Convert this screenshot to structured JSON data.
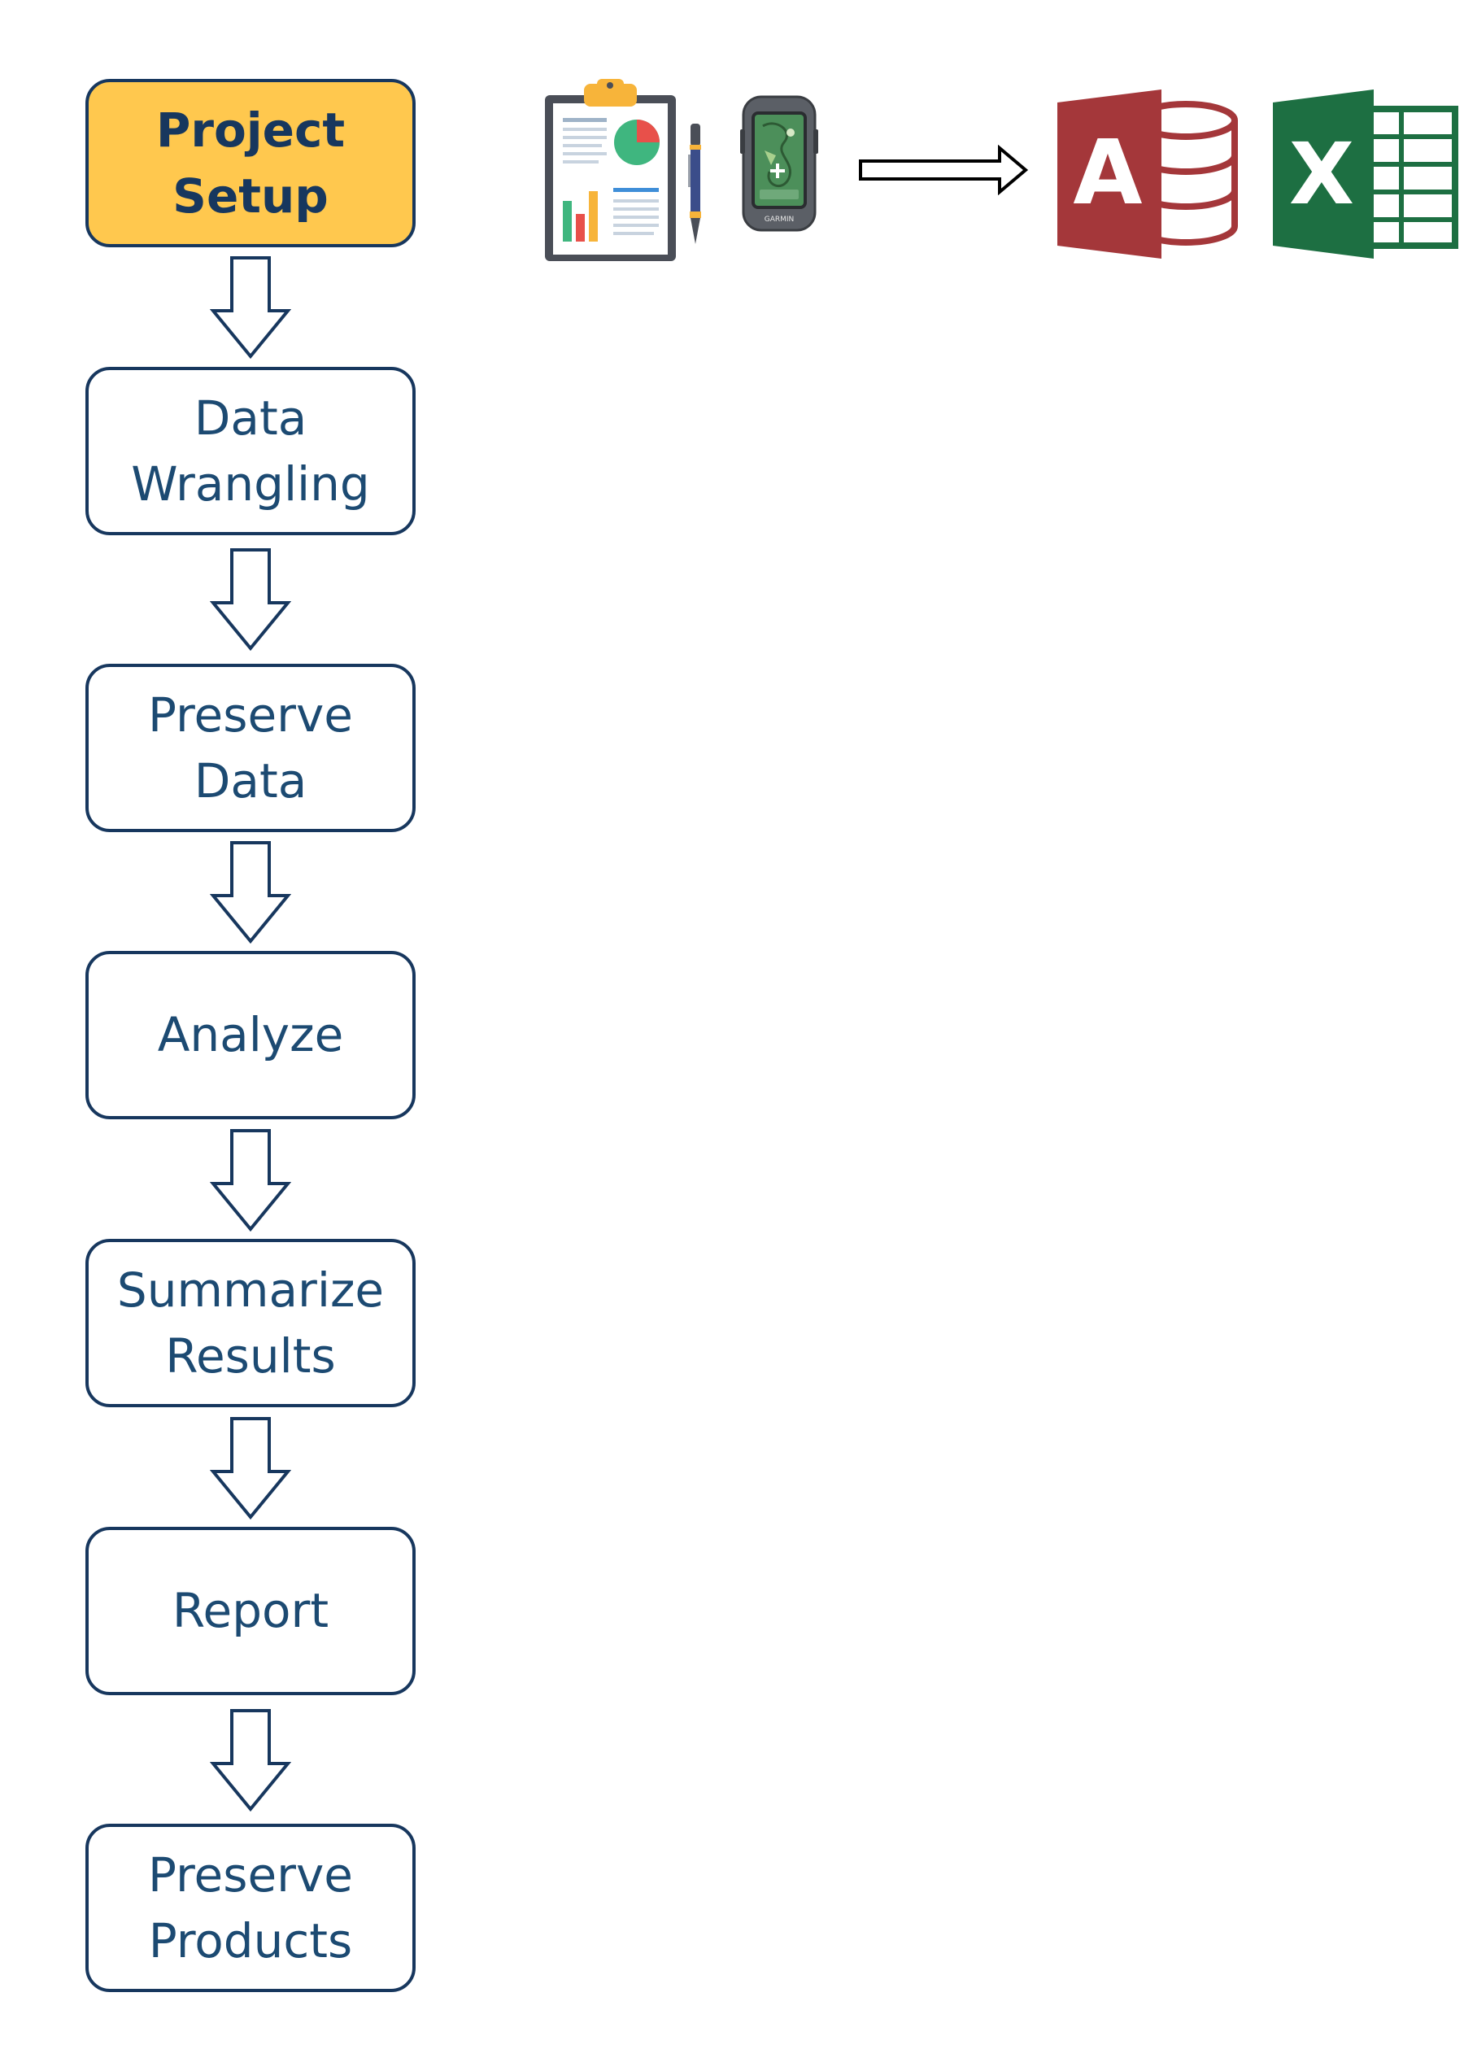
{
  "flow": {
    "steps": [
      {
        "id": "project-setup",
        "label": "Project\nSetup",
        "active": true
      },
      {
        "id": "data-wrangling",
        "label": "Data\nWrangling",
        "active": false
      },
      {
        "id": "preserve-data",
        "label": "Preserve\nData",
        "active": false
      },
      {
        "id": "analyze",
        "label": "Analyze",
        "active": false
      },
      {
        "id": "summarize-results",
        "label": "Summarize\nResults",
        "active": false
      },
      {
        "id": "report",
        "label": "Report",
        "active": false
      },
      {
        "id": "preserve-products",
        "label": "Preserve\nProducts",
        "active": false
      }
    ]
  },
  "header_icons": {
    "clipboard": {
      "icon": "clipboard-report-icon"
    },
    "pen": {
      "icon": "pen-icon"
    },
    "gps": {
      "icon": "gps-device-icon",
      "brand_text": "GARMIN"
    },
    "arrow": {
      "icon": "right-arrow-icon"
    },
    "access": {
      "icon": "access-database-icon",
      "letter": "A",
      "color": "#a4373a"
    },
    "excel": {
      "icon": "excel-spreadsheet-icon",
      "letter": "X",
      "color": "#1d6f42"
    }
  },
  "colors": {
    "box_border": "#17375e",
    "label_text": "#1c4a72",
    "active_fill": "#ffc84e",
    "arrow_stroke": "#17375e"
  }
}
